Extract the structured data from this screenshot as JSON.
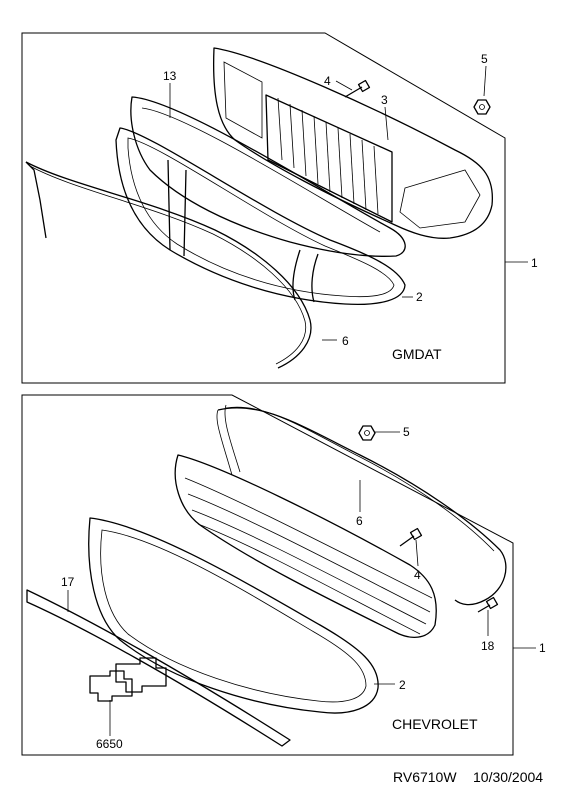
{
  "panels": [
    {
      "brand": "GMDAT",
      "callouts": [
        "13",
        "4",
        "5",
        "3",
        "1",
        "2",
        "6"
      ]
    },
    {
      "brand": "CHEVROLET",
      "callouts": [
        "5",
        "6",
        "4",
        "17",
        "18",
        "1",
        "2",
        "6650"
      ]
    }
  ],
  "footer": {
    "code": "RV6710W",
    "date": "10/30/2004"
  }
}
